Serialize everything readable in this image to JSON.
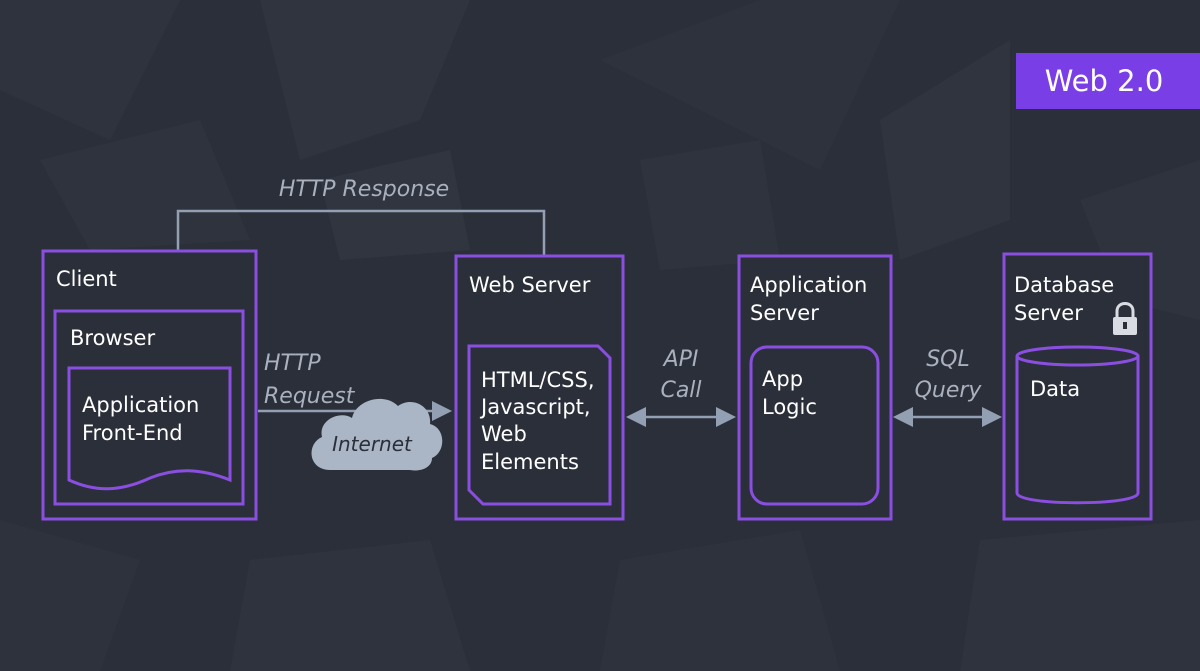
{
  "badge": {
    "label": "Web 2.0"
  },
  "nodes": {
    "client": {
      "label": "Client"
    },
    "browser": {
      "label": "Browser"
    },
    "app_front_end": {
      "label_line1": "Application",
      "label_line2": "Front-End"
    },
    "web_server": {
      "label": "Web Server"
    },
    "web_files": {
      "line1": "HTML/CSS,",
      "line2": "Javascript,",
      "line3": "Web",
      "line4": "Elements"
    },
    "app_server": {
      "label_line1": "Application",
      "label_line2": "Server"
    },
    "app_logic": {
      "label_line1": "App",
      "label_line2": "Logic"
    },
    "db_server": {
      "label_line1": "Database",
      "label_line2": "Server",
      "icon": "lock-icon"
    },
    "data": {
      "label": "Data"
    },
    "internet": {
      "label": "Internet"
    }
  },
  "edges": {
    "http_response": {
      "label": "HTTP Response"
    },
    "http_request": {
      "label_line1": "HTTP",
      "label_line2": "Request"
    },
    "api_call": {
      "label_line1": "API",
      "label_line2": "Call"
    },
    "sql_query": {
      "label_line1": "SQL",
      "label_line2": "Query"
    }
  },
  "colors": {
    "background": "#2b2f3a",
    "box_stroke": "#8a4fe0",
    "box_fill": "#2b2f3a",
    "connector": "#93a0b3",
    "cloud": "#aab6c6",
    "badge": "#7a3ee6",
    "text": "#ffffff",
    "edge_text": "#a9b1bf"
  }
}
